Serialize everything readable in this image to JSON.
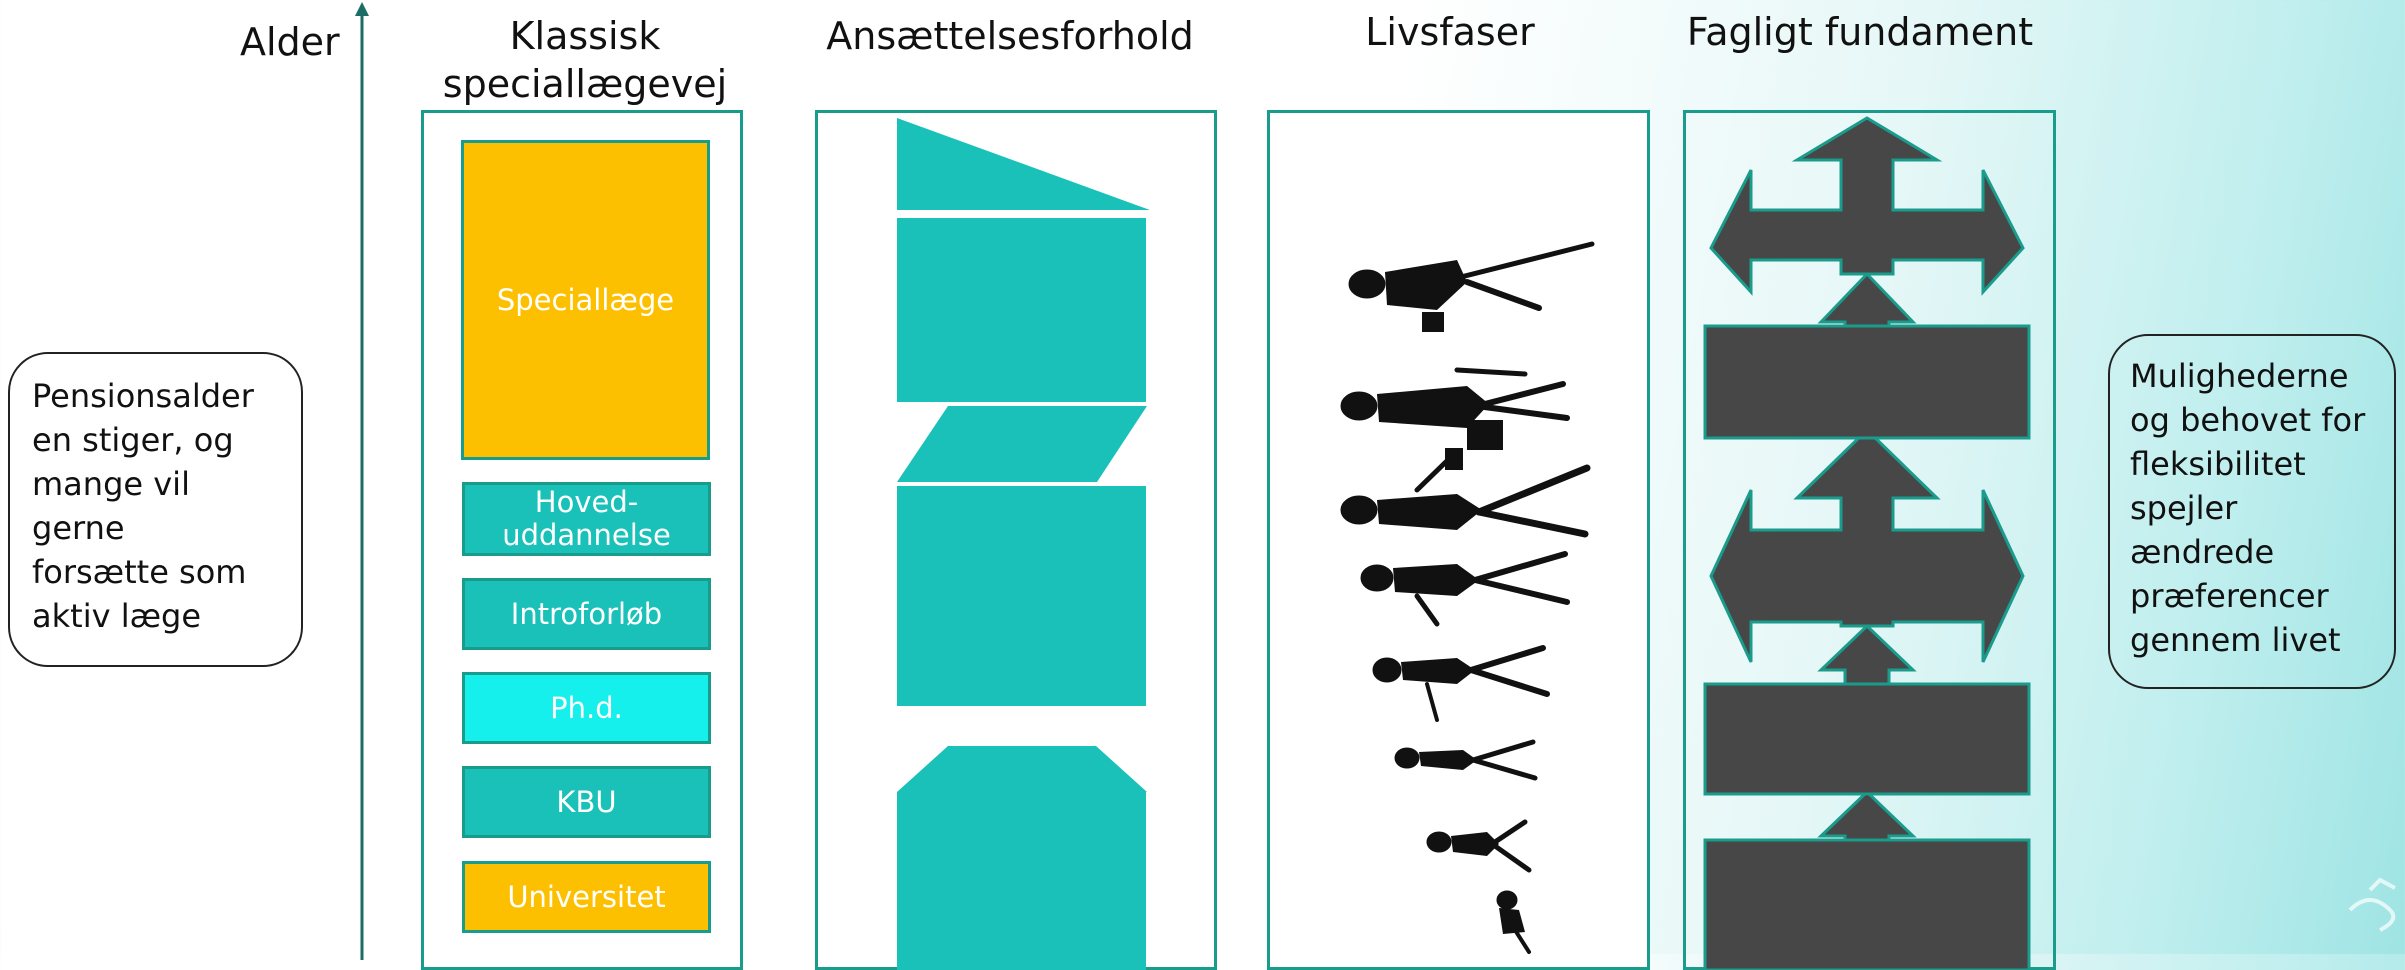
{
  "axis": {
    "label": "Alder"
  },
  "columns": {
    "path": "Klassisk\nspeciallægevej",
    "employment": "Ansættelsesforhold",
    "life": "Livsfaser",
    "foundation": "Fagligt fundament"
  },
  "stages": [
    {
      "label": "Speciallæge"
    },
    {
      "label": "Hoved-\nuddannelse"
    },
    {
      "label": "Introforløb"
    },
    {
      "label": "Ph.d."
    },
    {
      "label": "KBU"
    },
    {
      "label": "Universitet"
    }
  ],
  "notes": {
    "left": "Pensionsalder\nen stiger, og\nmange vil\ngerne\nforsætte som\naktiv læge",
    "right": "Mulighederne\nog behovet for\nfleksibilitet\nspejler\nændrede\npræferencer\ngennem livet"
  },
  "colors": {
    "teal": "#19c1b9",
    "cyan": "#15f0ec",
    "gold": "#fdc000",
    "border": "#1a9c8c",
    "arrow": "#474747"
  }
}
